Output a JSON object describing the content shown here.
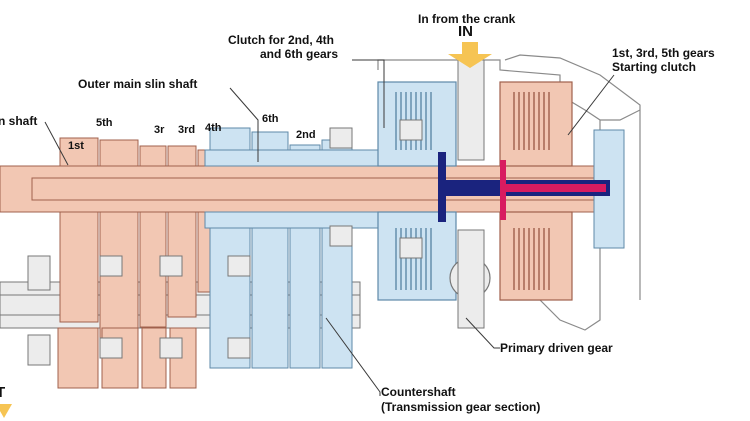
{
  "colors": {
    "pink": "#f2c7b3",
    "pink_edge": "#a0604c",
    "blue": "#cde3f2",
    "blue_edge": "#5e89a8",
    "gray": "#ececec",
    "gray_edge": "#777777",
    "navy": "#1a237e",
    "magenta": "#d81b60",
    "arrow": "#f6c453",
    "leader": "#3a3a3a"
  },
  "labels": {
    "in_from_crank": "In from the crank",
    "in": "IN",
    "clutch_246_line1": "Clutch for 2nd, 4th",
    "clutch_246_line2": "and 6th gears",
    "clutch_135_line1": "1st, 3rd, 5th gears",
    "clutch_135_line2": "Starting clutch",
    "outer_main_shaft": "Outer main slin shaft",
    "inner_main_shaft": "n shaft",
    "primary_driven_gear": "Primary driven gear",
    "countershaft_line1": "Countershaft",
    "countershaft_line2": "(Transmission gear section)",
    "out_partial": "T"
  },
  "gears": {
    "first": "1st",
    "fifth": "5th",
    "third_cut": "3r",
    "third": "3rd",
    "fourth": "4th",
    "sixth": "6th",
    "second": "2nd"
  }
}
